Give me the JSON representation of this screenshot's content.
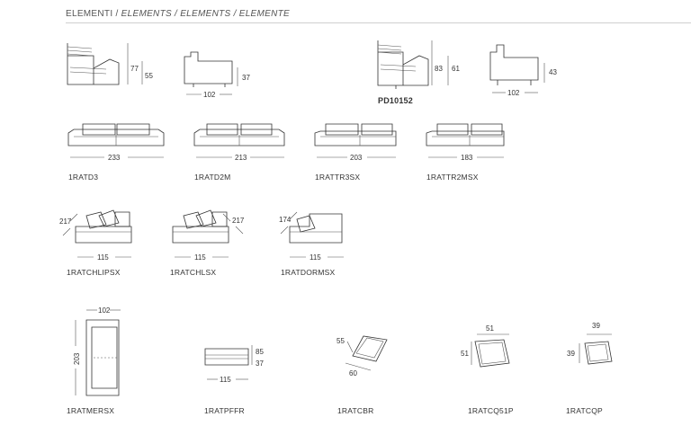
{
  "header": {
    "prefix": "ELEMENTI / ",
    "translations": "ELEMENTS / ELEMENTS / ELEMENTE"
  },
  "section_profiles": {
    "left_profile": {
      "height_total": "77",
      "height_seat": "55"
    },
    "left_side": {
      "depth": "102",
      "height_seat": "37"
    },
    "right_profile": {
      "code": "PD10152",
      "height_total": "83",
      "height_seat": "61"
    },
    "right_side": {
      "depth": "102",
      "height_seat": "43"
    }
  },
  "elements": [
    {
      "code": "1RATD3",
      "width": "233"
    },
    {
      "code": "1RATD2M",
      "width": "213"
    },
    {
      "code": "1RATTR3SX",
      "width": "203"
    },
    {
      "code": "1RATTR2MSX",
      "width": "183"
    },
    {
      "code": "1RATCHLIPSX",
      "width": "115",
      "depth": "217"
    },
    {
      "code": "1RATCHLSX",
      "width": "115",
      "depth": "217"
    },
    {
      "code": "1RATDORMSX",
      "width": "115",
      "depth": "174"
    },
    {
      "code": "1RATMERSX",
      "width": "102",
      "depth": "203"
    },
    {
      "code": "1RATPFFR",
      "width": "115",
      "height_total": "85",
      "height_seat": "37"
    },
    {
      "code": "1RATCBR",
      "width": "60",
      "height": "55"
    },
    {
      "code": "1RATCQ51P",
      "width": "51",
      "height": "51"
    },
    {
      "code": "1RATCQP",
      "width": "39",
      "height": "39"
    }
  ]
}
